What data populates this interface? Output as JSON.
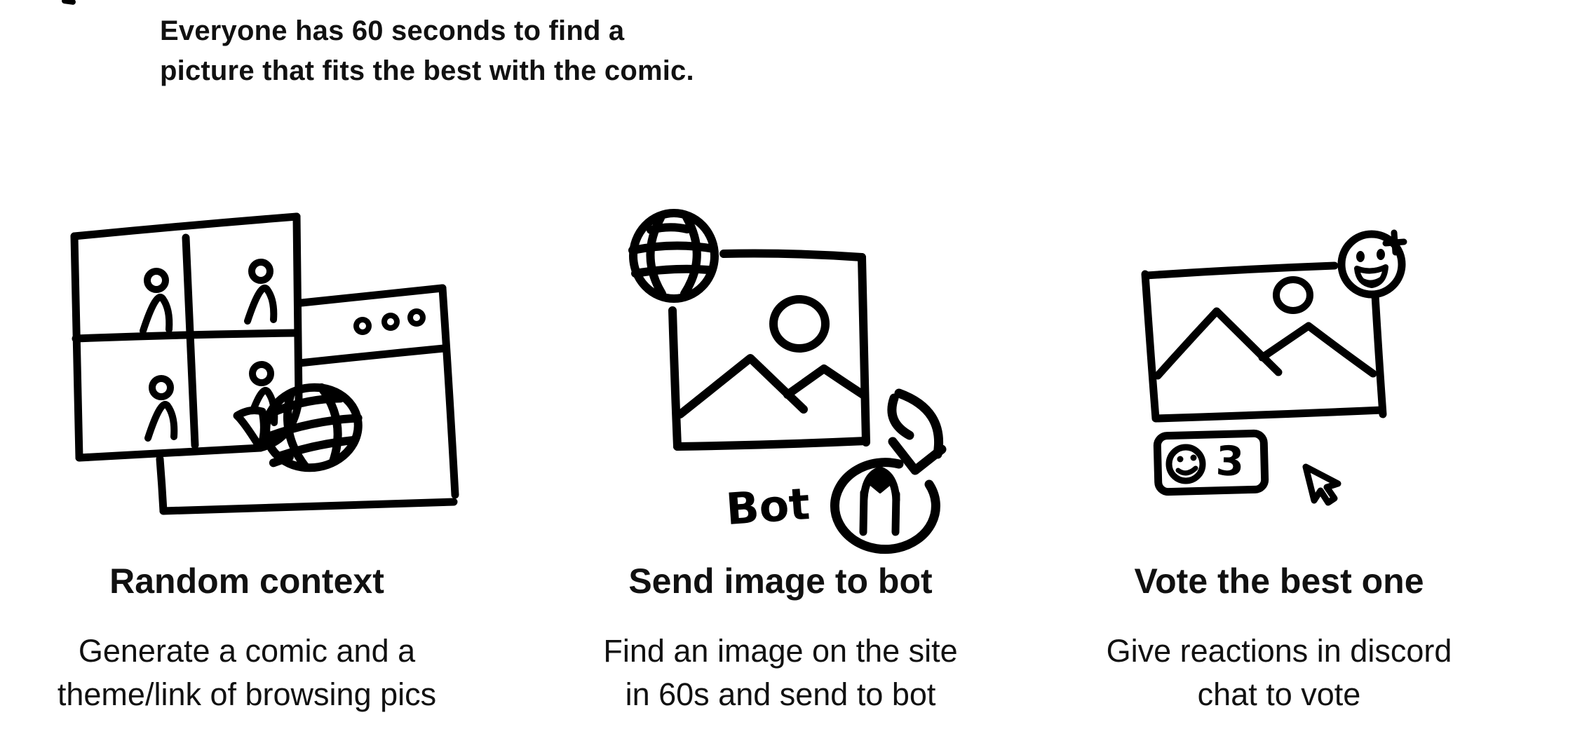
{
  "colors": {
    "background": "#ffffff",
    "ink": "#000000",
    "text": "#111111"
  },
  "intro": {
    "line1": "Everyone has 60 seconds to find a",
    "line2": "picture that fits the best with the comic."
  },
  "steps": [
    {
      "title": "Random context",
      "desc1": "Generate a comic and a",
      "desc2": "theme/link of browsing pics",
      "icons": [
        "comic-grid-2x2",
        "stick-figure-x4",
        "page-curl",
        "browser-window",
        "window-dots-x3",
        "globe-wireframe"
      ]
    },
    {
      "title": "Send image to bot",
      "desc1": "Find an image on the site",
      "desc2": "in 60s and send to bot",
      "bot_label": "Bot",
      "icons": [
        "globe-wireframe",
        "image-placeholder",
        "sun-circle",
        "mountains",
        "curved-arrow-down",
        "bot-circle-figure"
      ]
    },
    {
      "title": "Vote the best one",
      "desc1": "Give reactions in discord",
      "desc2": "chat to vote",
      "reaction_count": "3",
      "icons": [
        "image-placeholder",
        "sun-circle",
        "mountains",
        "add-reaction-smiley-plus",
        "reaction-pill-smiley",
        "cursor-pointer"
      ]
    }
  ]
}
